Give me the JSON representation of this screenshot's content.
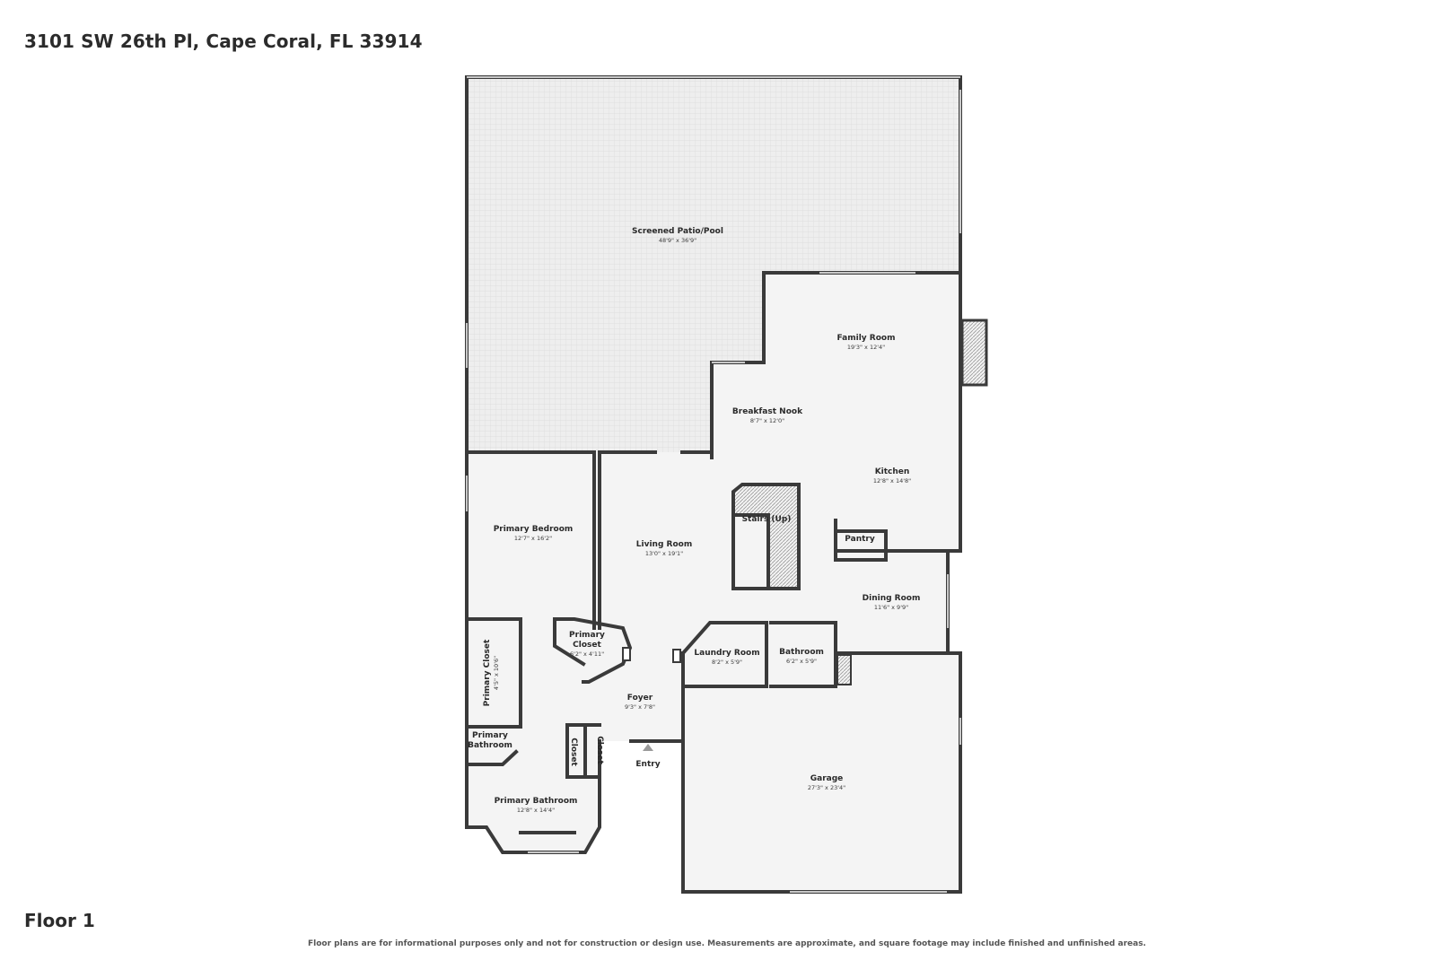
{
  "header": {
    "address": "3101 SW 26th Pl, Cape Coral, FL 33914"
  },
  "floor": {
    "label": "Floor 1"
  },
  "footer": {
    "disclaimer": "Floor plans are for informational purposes only and not for construction or design use. Measurements are approximate, and square footage may include finished and unfinished areas."
  },
  "rooms": {
    "patio": {
      "name": "Screened Patio/Pool",
      "dims": "48'9\" x 36'9\""
    },
    "family_room": {
      "name": "Family Room",
      "dims": "19'3\" x 12'4\""
    },
    "breakfast_nook": {
      "name": "Breakfast Nook",
      "dims": "8'7\" x 12'0\""
    },
    "kitchen": {
      "name": "Kitchen",
      "dims": "12'8\" x 14'8\""
    },
    "stairs": {
      "name": "Stairs (Up)"
    },
    "pantry": {
      "name": "Pantry"
    },
    "primary_bedroom": {
      "name": "Primary Bedroom",
      "dims": "12'7\" x 16'2\""
    },
    "living_room": {
      "name": "Living Room",
      "dims": "13'0\" x 19'1\""
    },
    "dining_room": {
      "name": "Dining Room",
      "dims": "11'6\" x 9'9\""
    },
    "primary_closet_1": {
      "name": "Primary Closet",
      "dims": "4'5\" x 10'6\""
    },
    "primary_closet_2": {
      "name_line1": "Primary",
      "name_line2": "Closet",
      "dims": "6'2\" x 4'11\""
    },
    "laundry_room": {
      "name": "Laundry Room",
      "dims": "8'2\" x 5'9\""
    },
    "bathroom": {
      "name": "Bathroom",
      "dims": "6'2\" x 5'9\""
    },
    "foyer": {
      "name": "Foyer",
      "dims": "9'3\" x 7'8\""
    },
    "primary_bath_sm": {
      "name_line1": "Primary",
      "name_line2": "Bathroom"
    },
    "closet_a": {
      "name": "Closet"
    },
    "closet_b": {
      "name": "Closet"
    },
    "entry": {
      "name": "Entry"
    },
    "garage": {
      "name": "Garage",
      "dims": "27'3\" x 23'4\""
    },
    "primary_bathroom": {
      "name": "Primary Bathroom",
      "dims": "12'8\" x 14'4\""
    }
  }
}
